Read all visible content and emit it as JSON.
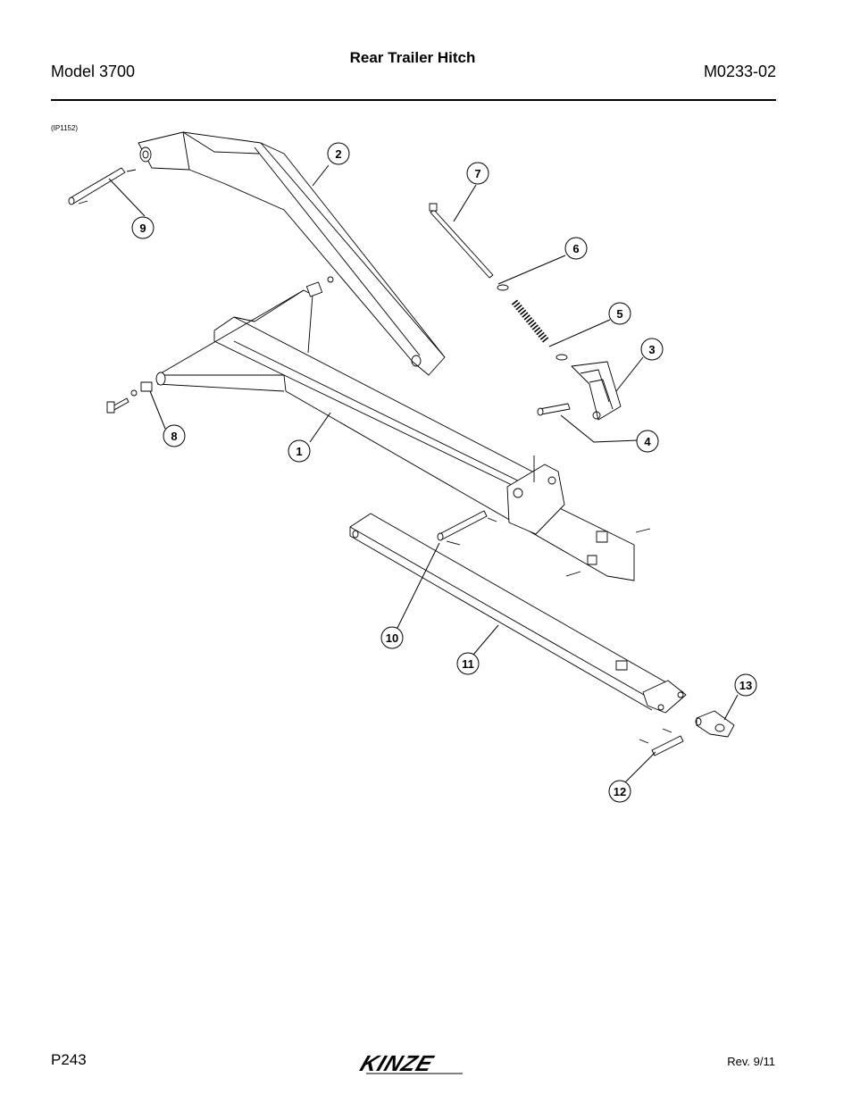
{
  "header": {
    "model": "Model 3700",
    "title": "Rear Trailer Hitch",
    "manual_number": "M0233-02"
  },
  "illustration": {
    "code": "(IP1152)",
    "callouts": [
      "1",
      "2",
      "3",
      "4",
      "5",
      "6",
      "7",
      "8",
      "9",
      "10",
      "11",
      "12",
      "13"
    ]
  },
  "footer": {
    "page": "P243",
    "brand": "KINZE",
    "revision": "Rev. 9/11"
  }
}
